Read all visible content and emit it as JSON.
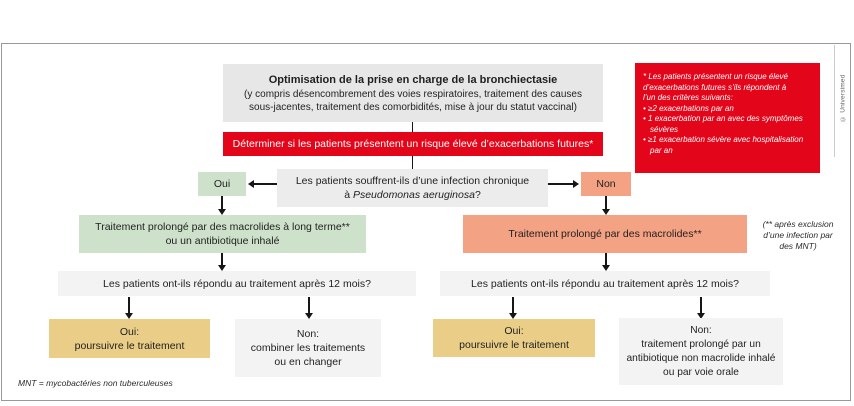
{
  "credit_label": "© Universimed",
  "header": {
    "title": "Optimisation de la prise en charge de la bronchiectasie",
    "subtitle_line1": "(y compris désencombrement des voies respiratoires, traitement des causes",
    "subtitle_line2": "sous-jacentes, traitement des comorbidités, mise à jour du statut vaccinal)"
  },
  "risk_banner": {
    "label": "Déterminer si les patients présentent un risque élevé d’exacerbations futures*"
  },
  "risk_criteria": {
    "intro_line1": "* Les patients présentent un risque élevé",
    "intro_line2": "d’exacerbations futures s’ils répondent à",
    "intro_line3": "l’un des critères suivants:",
    "bullet1": "• ≥2 exacerbations par an",
    "bullet2": "• 1 exacerbation par an avec des symptômes sévères",
    "bullet3": "• ≥1 exacerbation sévère avec hospitalisation par an"
  },
  "question_pseudomonas": {
    "line1": "Les patients souffrent-ils d’une infection chronique",
    "line2_prefix": "à ",
    "line2_species": "Pseudomonas aeruginosa",
    "line2_suffix": "?"
  },
  "branch_yes_label": "Oui",
  "branch_no_label": "Non",
  "treatment_left": {
    "line1": "Traitement prolongé par des macrolides à long terme**",
    "line2": "ou un antibiotique inhalé"
  },
  "treatment_right": {
    "label": "Traitement prolongé par des macrolides**"
  },
  "mnt_exclusion_note": {
    "line1": "(** après exclusion",
    "line2": "d’une infection par",
    "line3": "des MNT)"
  },
  "question_response": {
    "label": "Les patients ont-ils répondu au traitement après 12 mois?"
  },
  "outcome_left_yes": {
    "line1": "Oui:",
    "line2": "poursuivre le traitement"
  },
  "outcome_left_no": {
    "line1": "Non:",
    "line2": "combiner les traitements",
    "line3": "ou en changer"
  },
  "outcome_right_yes": {
    "line1": "Oui:",
    "line2": "poursuivre le traitement"
  },
  "outcome_right_no": {
    "line1": "Non:",
    "line2": "traitement prolongé par un",
    "line3": "antibiotique non macrolide inhalé",
    "line4": "ou par voie orale"
  },
  "footnote": "MNT = mycobactéries non tuberculeuses",
  "colors": {
    "red": "#e3051a",
    "green": "#cee2cb",
    "salmon": "#f3a283",
    "yellow": "#eace87",
    "gray_header": "#e7e7e7",
    "gray_question": "#ececec",
    "gray_result": "#f3f3f3"
  }
}
